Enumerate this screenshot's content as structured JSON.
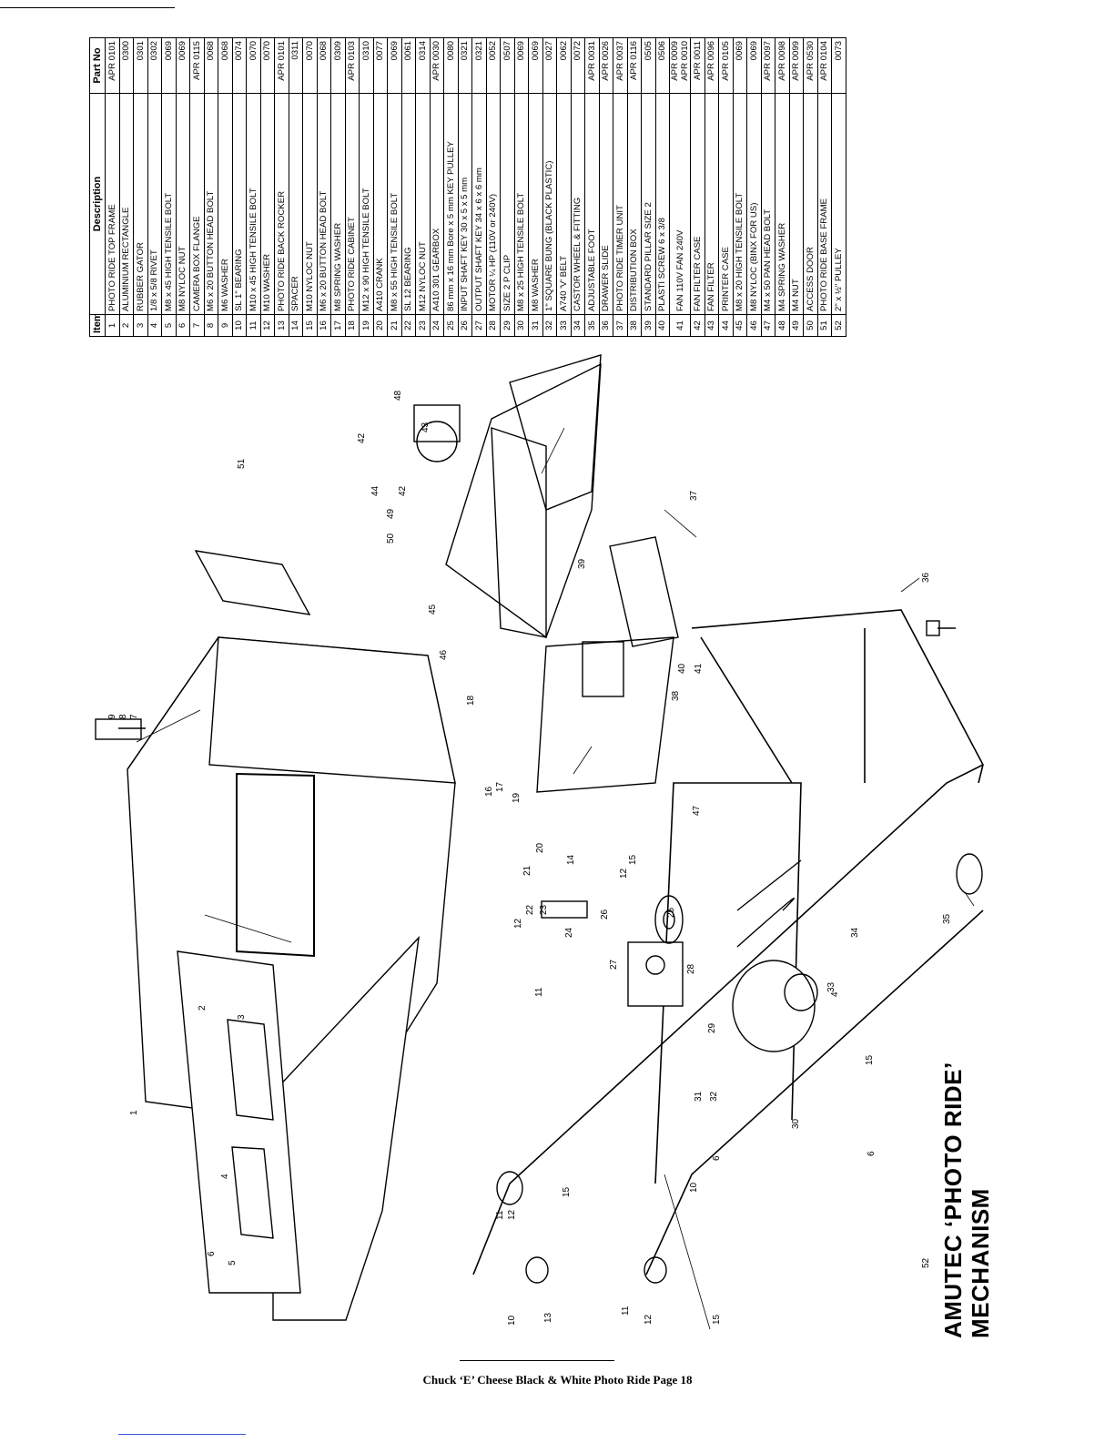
{
  "title": {
    "line1": "AMUTEC ‘PHOTO RIDE’",
    "line2": "MECHANISM"
  },
  "footer": "Chuck ‘E’ Cheese Black & White Photo Ride   Page 18",
  "table": {
    "headers": {
      "item": "Item",
      "description": "Description",
      "part": "Part No"
    },
    "rows": [
      {
        "item": "1",
        "description": "PHOTO RIDE TOP FRAME",
        "part": "APR 0101"
      },
      {
        "item": "2",
        "description": "ALUMINIUM RECTANGLE",
        "part": "0300"
      },
      {
        "item": "3",
        "description": "RUBBER GATOR",
        "part": "0301"
      },
      {
        "item": "4",
        "description": "1/8 x 5/8 RIVET",
        "part": "0302"
      },
      {
        "item": "5",
        "description": "M8 x 45 HIGH TENSILE BOLT",
        "part": "0069"
      },
      {
        "item": "6",
        "description": "M8 NYLOC NUT",
        "part": "0069"
      },
      {
        "item": "7",
        "description": "CAMERA BOX FLANGE",
        "part": "APR 0115"
      },
      {
        "item": "8",
        "description": "M6 x 20 BUTTON HEAD BOLT",
        "part": "0068"
      },
      {
        "item": "9",
        "description": "M6 WASHER",
        "part": "0068"
      },
      {
        "item": "10",
        "description": "SL 1\" BEARING",
        "part": "0074"
      },
      {
        "item": "11",
        "description": "M10 x 45 HIGH TENSILE BOLT",
        "part": "0070"
      },
      {
        "item": "12",
        "description": "M10 WASHER",
        "part": "0070"
      },
      {
        "item": "13",
        "description": "PHOTO RIDE BACK ROCKER",
        "part": "APR 0101"
      },
      {
        "item": "14",
        "description": "SPACER",
        "part": "0311"
      },
      {
        "item": "15",
        "description": "M10 NYLOC NUT",
        "part": "0070"
      },
      {
        "item": "16",
        "description": "M6 x 20 BUTTON HEAD BOLT",
        "part": "0068"
      },
      {
        "item": "17",
        "description": "M8 SPRING WASHER",
        "part": "0309"
      },
      {
        "item": "18",
        "description": "PHOTO RIDE CABINET",
        "part": "APR 0103"
      },
      {
        "item": "19",
        "description": "M12 x 90 HIGH TENSILE BOLT",
        "part": "0310"
      },
      {
        "item": "20",
        "description": "A410 CRANK",
        "part": "0077"
      },
      {
        "item": "21",
        "description": "M8 x 55 HIGH TENSILE BOLT",
        "part": "0069"
      },
      {
        "item": "22",
        "description": "SL 12 BEARING",
        "part": "0061"
      },
      {
        "item": "23",
        "description": "M12 NYLOC NUT",
        "part": "0314"
      },
      {
        "item": "24",
        "description": "A410 301 GEARBOX",
        "part": "APR 0030"
      },
      {
        "item": "25",
        "description": "86 mm x 16 mm Bore x 5 mm KEY PULLEY",
        "part": "0080"
      },
      {
        "item": "26",
        "description": "INPUT SHAFT KEY 30 x 5 x 5 mm",
        "part": "0321"
      },
      {
        "item": "27",
        "description": "OUTPUT SHAFT KEY 34 x 6 x 6 mm",
        "part": "0321"
      },
      {
        "item": "28",
        "description": "MOTOR ¼ HP (110V or 240V)",
        "part": "0052"
      },
      {
        "item": "29",
        "description": "SIZE 2 P CLIP",
        "part": "0507"
      },
      {
        "item": "30",
        "description": "M8 x 25 HIGH TENSILE BOLT",
        "part": "0069"
      },
      {
        "item": "31",
        "description": "M8 WASHER",
        "part": "0069"
      },
      {
        "item": "32",
        "description": "1\" SQUARE BUNG (BLACK PLASTIC)",
        "part": "0027"
      },
      {
        "item": "33",
        "description": "A740 'V' BELT",
        "part": "0062"
      },
      {
        "item": "34",
        "description": "CASTOR WHEEL & FITTING",
        "part": "0072"
      },
      {
        "item": "35",
        "description": "ADJUSTABLE FOOT",
        "part": "APR 0031"
      },
      {
        "item": "36",
        "description": "DRAWER SLIDE",
        "part": "APR 0026"
      },
      {
        "item": "37",
        "description": "PHOTO RIDE TIMER UNIT",
        "part": "APR 0037"
      },
      {
        "item": "38",
        "description": "DISTRIBUTION BOX",
        "part": "APR 0116"
      },
      {
        "item": "39",
        "description": "STANDARD PILLAR SIZE 2",
        "part": "0505"
      },
      {
        "item": "40",
        "description": "PLASTI SCREW 6 x 3/8",
        "part": "0506"
      },
      {
        "item": "41",
        "description": "FAN 110V\nFAN 240V",
        "part": "APR 0009\nAPR 0010"
      },
      {
        "item": "42",
        "description": "FAN FILTER CASE",
        "part": "APR 0011"
      },
      {
        "item": "43",
        "description": "FAN FILTER",
        "part": "APR 0096"
      },
      {
        "item": "44",
        "description": "PRINTER CASE",
        "part": "APR 0105"
      },
      {
        "item": "45",
        "description": "M8 x 20 HIGH TENSILE BOLT",
        "part": "0069"
      },
      {
        "item": "46",
        "description": "M8 NYLOC (BINX FOR US)",
        "part": "0069"
      },
      {
        "item": "47",
        "description": "M4 x 50 PAN HEAD BOLT",
        "part": "APR 0097"
      },
      {
        "item": "48",
        "description": "M4 SPRING WASHER",
        "part": "APR 0098"
      },
      {
        "item": "49",
        "description": "M4 NUT",
        "part": "APR 0099"
      },
      {
        "item": "50",
        "description": "ACCESS DOOR",
        "part": "APR 0530"
      },
      {
        "item": "51",
        "description": "PHOTO RIDE BASE FRAME",
        "part": "APR 0104"
      },
      {
        "item": "52",
        "description": "2\" x ½\" PULLEY",
        "part": "0073"
      }
    ]
  },
  "callouts": [
    "1",
    "2",
    "3",
    "4",
    "5",
    "6",
    "7",
    "8",
    "9",
    "10",
    "10",
    "11",
    "11",
    "11",
    "12",
    "12",
    "12",
    "12",
    "13",
    "14",
    "15",
    "15",
    "15",
    "15",
    "16",
    "17",
    "18",
    "19",
    "20",
    "21",
    "22",
    "23",
    "24",
    "25",
    "26",
    "27",
    "28",
    "29",
    "30",
    "31",
    "32",
    "33",
    "34",
    "35",
    "36",
    "37",
    "38",
    "39",
    "40",
    "41",
    "42",
    "42",
    "43",
    "44",
    "45",
    "46",
    "47",
    "48",
    "49",
    "50",
    "51",
    "52",
    "4",
    "6",
    "6"
  ]
}
